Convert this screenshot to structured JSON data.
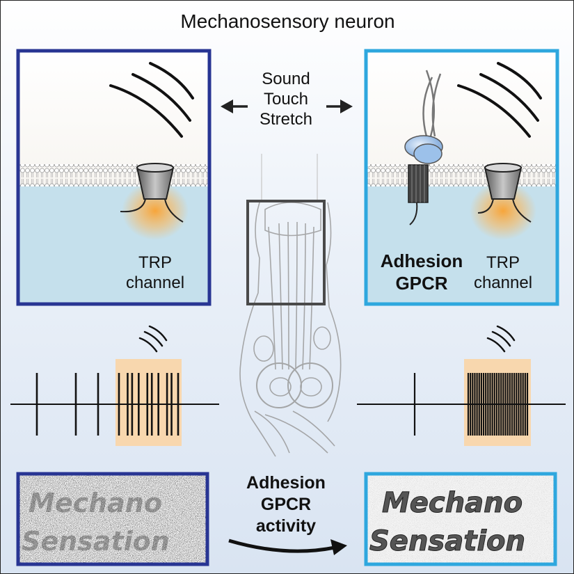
{
  "title": "Mechanosensory neuron",
  "stimuli": [
    "Sound",
    "Touch",
    "Stretch"
  ],
  "left_panel": {
    "channel_label": [
      "TRP",
      "channel"
    ]
  },
  "right_panel": {
    "receptor_label": [
      "Adhesion",
      "GPCR"
    ],
    "channel_label": [
      "TRP",
      "channel"
    ]
  },
  "activity_label": [
    "Adhesion",
    "GPCR",
    "activity"
  ],
  "noisy_text": {
    "line1": "Mechano",
    "line2": "Sensation"
  },
  "spike_trains": {
    "left": {
      "baseline_spikes": 3,
      "stimulus_spikes": 10
    },
    "right": {
      "baseline_spikes": 1,
      "stimulus_spikes": 28
    }
  },
  "colors": {
    "dark_blue": "#283593",
    "light_blue": "#2ea7de",
    "stimulus_box": "#f8d7ae",
    "glow": "#f7a53a"
  }
}
